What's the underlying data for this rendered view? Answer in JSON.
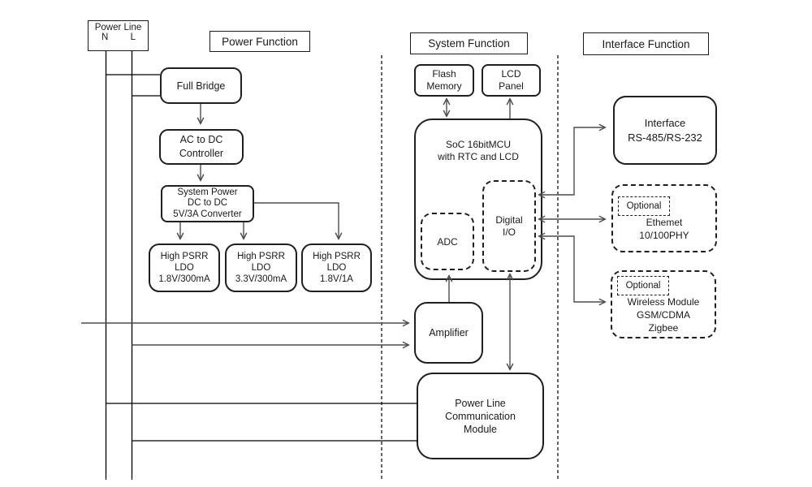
{
  "titles": {
    "power_function": "Power Function",
    "system_function": "System Function",
    "interface_function": "Interface Function"
  },
  "power_line": {
    "label": "Power Line",
    "n": "N",
    "l": "L"
  },
  "blocks": {
    "full_bridge": "Full Bridge",
    "ac_dc_controller": "AC to DC\nController",
    "system_power": "System Power\nDC to DC\n5V/3A Converter",
    "ldo_1": "High PSRR\nLDO\n1.8V/300mA",
    "ldo_2": "High PSRR\nLDO\n3.3V/300mA",
    "ldo_3": "High PSRR\nLDO\n1.8V/1A",
    "flash_memory": "Flash\nMemory",
    "lcd_panel": "LCD\nPanel",
    "soc": "SoC 16bitMCU\nwith RTC and LCD",
    "adc": "ADC",
    "digital_io": "Digital\nI/O",
    "amplifier": "Amplifier",
    "plc_module": "Power Line\nCommunication\nModule",
    "rs_interface": "Interface\nRS-485/RS-232",
    "ethernet_optional": "Optional",
    "ethernet": "Ethemet\n10/100PHY",
    "wireless_optional": "Optional",
    "wireless": "Wireless Module\nGSM/CDMA\nZigbee"
  },
  "colors": {
    "border": "#1f1f1f",
    "plain_line": "#000000",
    "connector": "#4d4d4d",
    "background": "#ffffff"
  }
}
